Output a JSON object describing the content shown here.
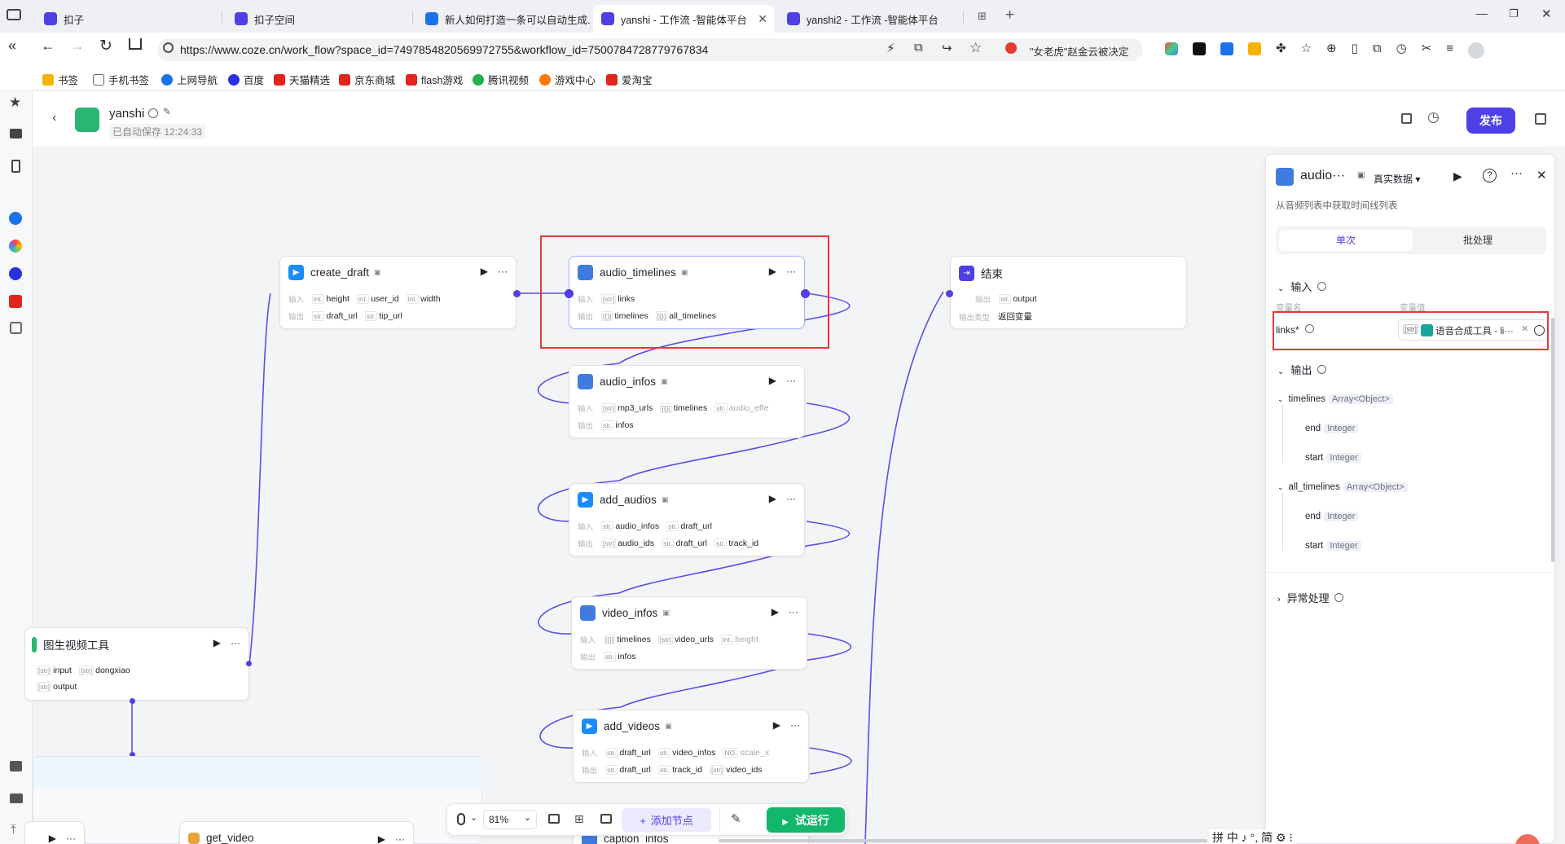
{
  "browser": {
    "tabs": [
      {
        "label": "扣子"
      },
      {
        "label": "扣子空间"
      },
      {
        "label": "新人如何打造一条可以自动生成..."
      },
      {
        "label": "yanshi - 工作流 -智能体平台"
      },
      {
        "label": "yanshi2 - 工作流 -智能体平台"
      }
    ],
    "url": "https://www.coze.cn/work_flow?space_id=7497854820569972755&workflow_id=7500784728779767834",
    "search_text": "\"女老虎\"赵金云被决定",
    "bookmarks": [
      "书签",
      "手机书签",
      "上网导航",
      "百度",
      "天猫精选",
      "京东商城",
      "flash游戏",
      "腾讯视频",
      "游戏中心",
      "爱淘宝"
    ],
    "bookmark_colors": [
      "#f5b400",
      "#666666",
      "#1a73e8",
      "#2932e1",
      "#e1251b",
      "#e1251b",
      "#e1251b",
      "#21b14e",
      "#ff7a00",
      "#e1251b"
    ]
  },
  "app": {
    "title": "yanshi",
    "autosave": "已自动保存 12:24:33",
    "publish": "发布",
    "accent": "#4e40e5"
  },
  "nodes": {
    "create_draft": {
      "title": "create_draft",
      "in_label": "输入",
      "out_label": "输出",
      "inputs": [
        {
          "t": "int.",
          "n": "height"
        },
        {
          "t": "int.",
          "n": "user_id"
        },
        {
          "t": "int.",
          "n": "width"
        }
      ],
      "outputs": [
        {
          "t": "str.",
          "n": "draft_url"
        },
        {
          "t": "str.",
          "n": "tip_url"
        }
      ]
    },
    "audio_timelines": {
      "title": "audio_timelines",
      "in_label": "输入",
      "out_label": "输出",
      "inputs": [
        {
          "t": "[str]",
          "n": "links"
        }
      ],
      "outputs": [
        {
          "t": "[{}]",
          "n": "timelines"
        },
        {
          "t": "[{}]",
          "n": "all_timelines"
        }
      ]
    },
    "end": {
      "title": "结束",
      "out_label": "输出",
      "var_type_label": "输出类型",
      "output": {
        "t": "str.",
        "n": "output"
      },
      "var_type": "返回变量"
    },
    "audio_infos": {
      "title": "audio_infos",
      "in_label": "输入",
      "out_label": "输出",
      "inputs": [
        {
          "t": "[str]",
          "n": "mp3_urls"
        },
        {
          "t": "[{}]",
          "n": "timelines"
        },
        {
          "t": "str.",
          "n": "audio_effe"
        }
      ],
      "outputs": [
        {
          "t": "str.",
          "n": "infos"
        }
      ]
    },
    "add_audios": {
      "title": "add_audios",
      "in_label": "输入",
      "out_label": "输出",
      "inputs": [
        {
          "t": "str.",
          "n": "audio_infos"
        },
        {
          "t": "str.",
          "n": "draft_url"
        }
      ],
      "outputs": [
        {
          "t": "[str]",
          "n": "audio_ids"
        },
        {
          "t": "str.",
          "n": "draft_url"
        },
        {
          "t": "str.",
          "n": "track_id"
        }
      ]
    },
    "video_infos": {
      "title": "video_infos",
      "in_label": "输入",
      "out_label": "输出",
      "inputs": [
        {
          "t": "[{}]",
          "n": "timelines"
        },
        {
          "t": "[str]",
          "n": "video_urls"
        },
        {
          "t": "int.",
          "n": "height"
        }
      ],
      "outputs": [
        {
          "t": "str.",
          "n": "infos"
        }
      ]
    },
    "add_videos": {
      "title": "add_videos",
      "in_label": "输入",
      "out_label": "输出",
      "inputs": [
        {
          "t": "str.",
          "n": "draft_url"
        },
        {
          "t": "str.",
          "n": "video_infos"
        },
        {
          "t": "NO.",
          "n": "scale_x"
        }
      ],
      "outputs": [
        {
          "t": "str.",
          "n": "draft_url"
        },
        {
          "t": "str.",
          "n": "track_id"
        },
        {
          "t": "[str]",
          "n": "video_ids"
        }
      ]
    },
    "img2video": {
      "title": "图生视频工具",
      "inputs": [
        {
          "t": "[str]",
          "n": "input"
        },
        {
          "t": "[str]",
          "n": "dongxiao"
        }
      ],
      "outputs": [
        {
          "t": "[str]",
          "n": "output"
        }
      ]
    },
    "get_video": {
      "title": "get_video"
    },
    "caption_infos": {
      "title": "caption_infos"
    }
  },
  "panel": {
    "title": "audio···",
    "data_mode": "真实数据",
    "desc": "从音频列表中获取时间线列表",
    "tabs": [
      "单次",
      "批处理"
    ],
    "input_section": "输入",
    "col_name": "变量名",
    "col_value": "变量值",
    "input_var": "links*",
    "input_ref": "语音合成工具 - li···",
    "input_type": "[str]",
    "output_section": "输出",
    "outputs": [
      {
        "name": "timelines",
        "type": "Array<Object>",
        "children": [
          {
            "name": "end",
            "type": "Integer"
          },
          {
            "name": "start",
            "type": "Integer"
          }
        ]
      },
      {
        "name": "all_timelines",
        "type": "Array<Object>",
        "children": [
          {
            "name": "end",
            "type": "Integer"
          },
          {
            "name": "start",
            "type": "Integer"
          }
        ]
      }
    ],
    "error_section": "异常处理"
  },
  "toolbar": {
    "zoom": "81%",
    "add_node": "添加节点",
    "run": "试运行"
  },
  "ime": "拼 中 ♪ °, 简 ⚙ ⁝"
}
